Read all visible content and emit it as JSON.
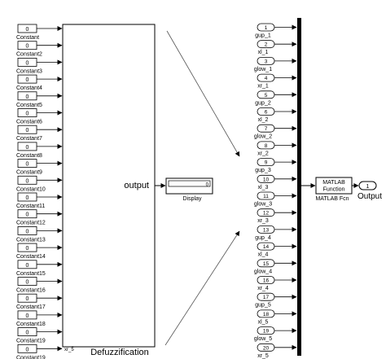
{
  "left_constants": [
    {
      "value": "0",
      "label": "Constant",
      "port": "gup_1"
    },
    {
      "value": "0",
      "label": "Constant2",
      "port": "xl_1"
    },
    {
      "value": "0",
      "label": "Constant3",
      "port": "glow_1"
    },
    {
      "value": "0",
      "label": "Constant4",
      "port": "xr_1"
    },
    {
      "value": "0",
      "label": "Constant5",
      "port": "gup_2"
    },
    {
      "value": "0",
      "label": "Constant6",
      "port": "xl_2"
    },
    {
      "value": "0",
      "label": "Constant7",
      "port": "glow_2"
    },
    {
      "value": "0",
      "label": "Constant8",
      "port": "xr_2"
    },
    {
      "value": "0",
      "label": "Constant9",
      "port": "gup_3"
    },
    {
      "value": "0",
      "label": "Constant10",
      "port": "xl_3"
    },
    {
      "value": "0",
      "label": "Constant11",
      "port": "glow_3"
    },
    {
      "value": "0",
      "label": "Constant12",
      "port": "xr_3"
    },
    {
      "value": "0",
      "label": "Constant13",
      "port": "gup_4"
    },
    {
      "value": "0",
      "label": "Constant14",
      "port": "xl_4"
    },
    {
      "value": "0",
      "label": "Constant15",
      "port": "glow_4"
    },
    {
      "value": "0",
      "label": "Constant16",
      "port": "xr_4"
    },
    {
      "value": "0",
      "label": "Constant17",
      "port": "gup_5"
    },
    {
      "value": "0",
      "label": "Constant18",
      "port": "xl_5"
    },
    {
      "value": "0",
      "label": "Constant19",
      "port": "glow_5"
    },
    {
      "value": "0",
      "label": "Constant19",
      "port": "xr_5"
    }
  ],
  "subsystem": {
    "name": "Defuzzification",
    "output_port": "output"
  },
  "display": {
    "name": "Display",
    "value": "0"
  },
  "inports": [
    {
      "num": "1",
      "label": "gup_1"
    },
    {
      "num": "2",
      "label": "xl_1"
    },
    {
      "num": "3",
      "label": "glow_1"
    },
    {
      "num": "4",
      "label": "xr_1"
    },
    {
      "num": "5",
      "label": "gup_2"
    },
    {
      "num": "6",
      "label": "xl_2"
    },
    {
      "num": "7",
      "label": "glow_2"
    },
    {
      "num": "8",
      "label": "xr_2"
    },
    {
      "num": "9",
      "label": "gup_3"
    },
    {
      "num": "10",
      "label": "xl_3"
    },
    {
      "num": "11",
      "label": "glow_3"
    },
    {
      "num": "12",
      "label": "xr_3"
    },
    {
      "num": "13",
      "label": "gup_4"
    },
    {
      "num": "14",
      "label": "xl_4"
    },
    {
      "num": "15",
      "label": "glow_4"
    },
    {
      "num": "16",
      "label": "xr_4"
    },
    {
      "num": "17",
      "label": "gup_5"
    },
    {
      "num": "18",
      "label": "xl_5"
    },
    {
      "num": "19",
      "label": "glow_5"
    },
    {
      "num": "20",
      "label": "xr_5"
    }
  ],
  "matlab_fcn": {
    "line1": "MATLAB",
    "line2": "Function",
    "caption": "MATLAB Fcn"
  },
  "outport": {
    "num": "1",
    "label": "Output"
  }
}
